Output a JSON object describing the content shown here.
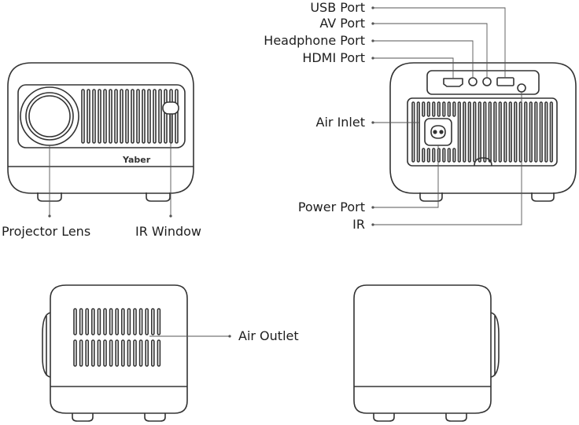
{
  "labels": {
    "projector_lens": "Projector Lens",
    "ir_window": "IR Window",
    "usb_port": "USB Port",
    "av_port": "AV Port",
    "headphone_port": "Headphone Port",
    "hdmi_port": "HDMI Port",
    "air_inlet": "Air Inlet",
    "power_port": "Power Port",
    "ir": "IR",
    "air_outlet": "Air Outlet"
  },
  "brand": {
    "logo_text": "Yaber"
  },
  "colors": {
    "stroke": "#333333",
    "leader": "#555555",
    "background": "#ffffff"
  }
}
